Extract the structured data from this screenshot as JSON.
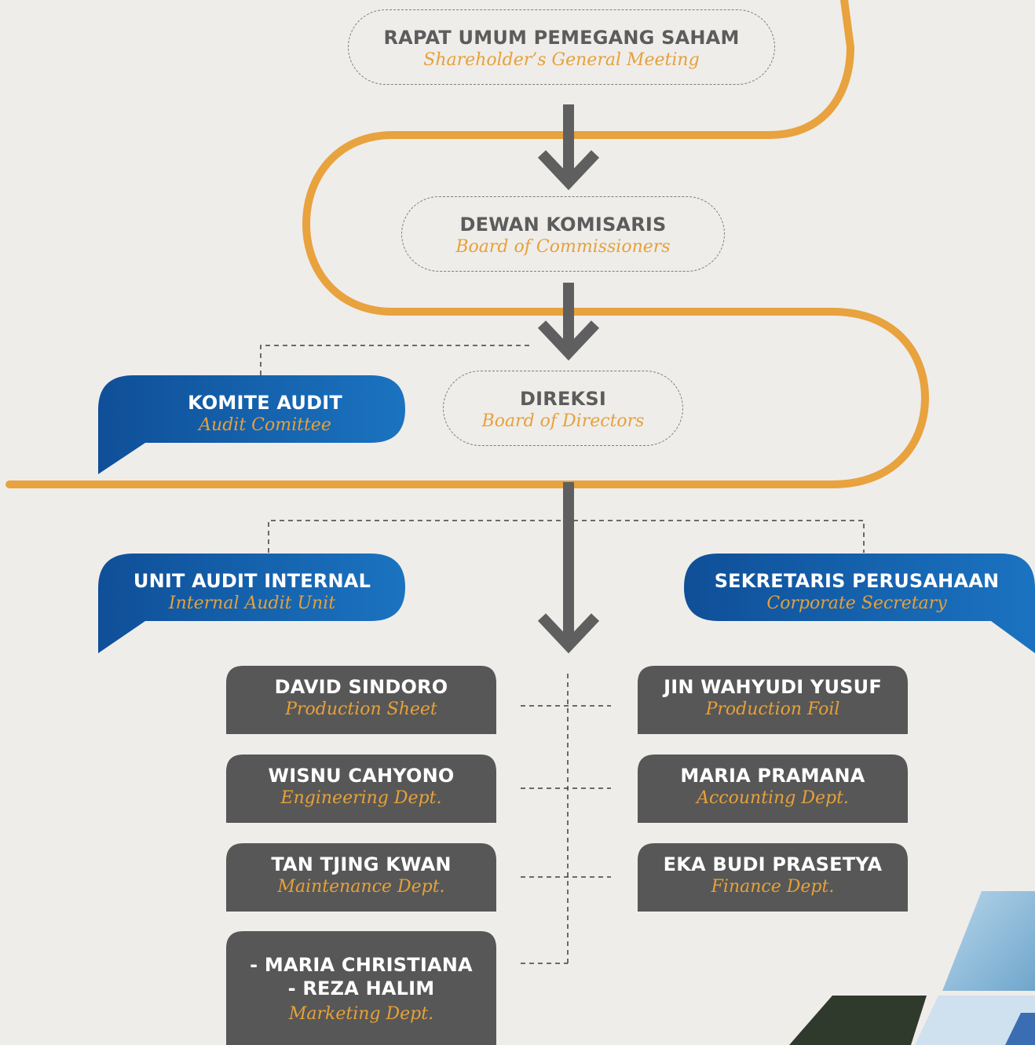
{
  "colors": {
    "accent_orange": "#e8a23e",
    "arrow_grey": "#5f5f5f",
    "box_grey": "#575757",
    "blue_dark": "#0f4f98",
    "blue_light": "#1b73c0",
    "subtitle_orange": "#e6a13a"
  },
  "rups": {
    "title": "RAPAT UMUM PEMEGANG SAHAM",
    "subtitle": "Shareholder’s General Meeting"
  },
  "dekom": {
    "title": "DEWAN KOMISARIS",
    "subtitle": "Board of Commissioners"
  },
  "direksi": {
    "title": "DIREKSI",
    "subtitle": "Board of Directors"
  },
  "komite_audit": {
    "title": "KOMITE AUDIT",
    "subtitle": "Audit Comittee"
  },
  "unit_audit": {
    "title": "UNIT AUDIT INTERNAL",
    "subtitle": "Internal Audit Unit"
  },
  "sekretaris": {
    "title": "SEKRETARIS PERUSAHAAN",
    "subtitle": "Corporate Secretary"
  },
  "left_departments": [
    {
      "name": "DAVID SINDORO",
      "dept": "Production Sheet"
    },
    {
      "name": "WISNU CAHYONO",
      "dept": "Engineering Dept."
    },
    {
      "name": "TAN TJING KWAN",
      "dept": "Maintenance Dept."
    },
    {
      "name_lines": [
        "- MARIA CHRISTIANA",
        "- REZA HALIM"
      ],
      "dept": "Marketing Dept."
    }
  ],
  "right_departments": [
    {
      "name": "JIN WAHYUDI YUSUF",
      "dept": "Production Foil"
    },
    {
      "name": "MARIA PRAMANA",
      "dept": "Accounting Dept."
    },
    {
      "name": "EKA BUDI PRASETYA",
      "dept": "Finance Dept."
    }
  ]
}
